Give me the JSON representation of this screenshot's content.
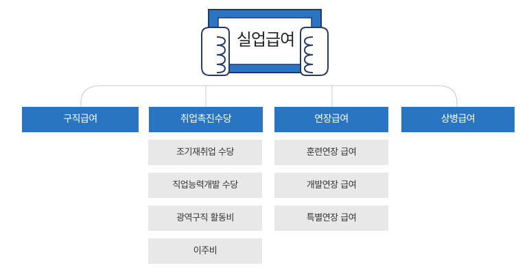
{
  "title": "실업급여",
  "colors": {
    "accent": "#2a75c2",
    "sub_bg": "#e8e8e8",
    "line": "#c8c8c8",
    "outline": "#25376a"
  },
  "categories": [
    {
      "label": "구직급여",
      "items": []
    },
    {
      "label": "취업촉진수당",
      "items": [
        "조기재취업 수당",
        "직업능력개발 수당",
        "광역구직 활동비",
        "이주비"
      ]
    },
    {
      "label": "연장급여",
      "items": [
        "훈련연장 급여",
        "개발연장 급여",
        "특별연장 급여"
      ]
    },
    {
      "label": "상병급여",
      "items": []
    }
  ],
  "icons": {
    "board": "hands-holding-sign-icon"
  }
}
